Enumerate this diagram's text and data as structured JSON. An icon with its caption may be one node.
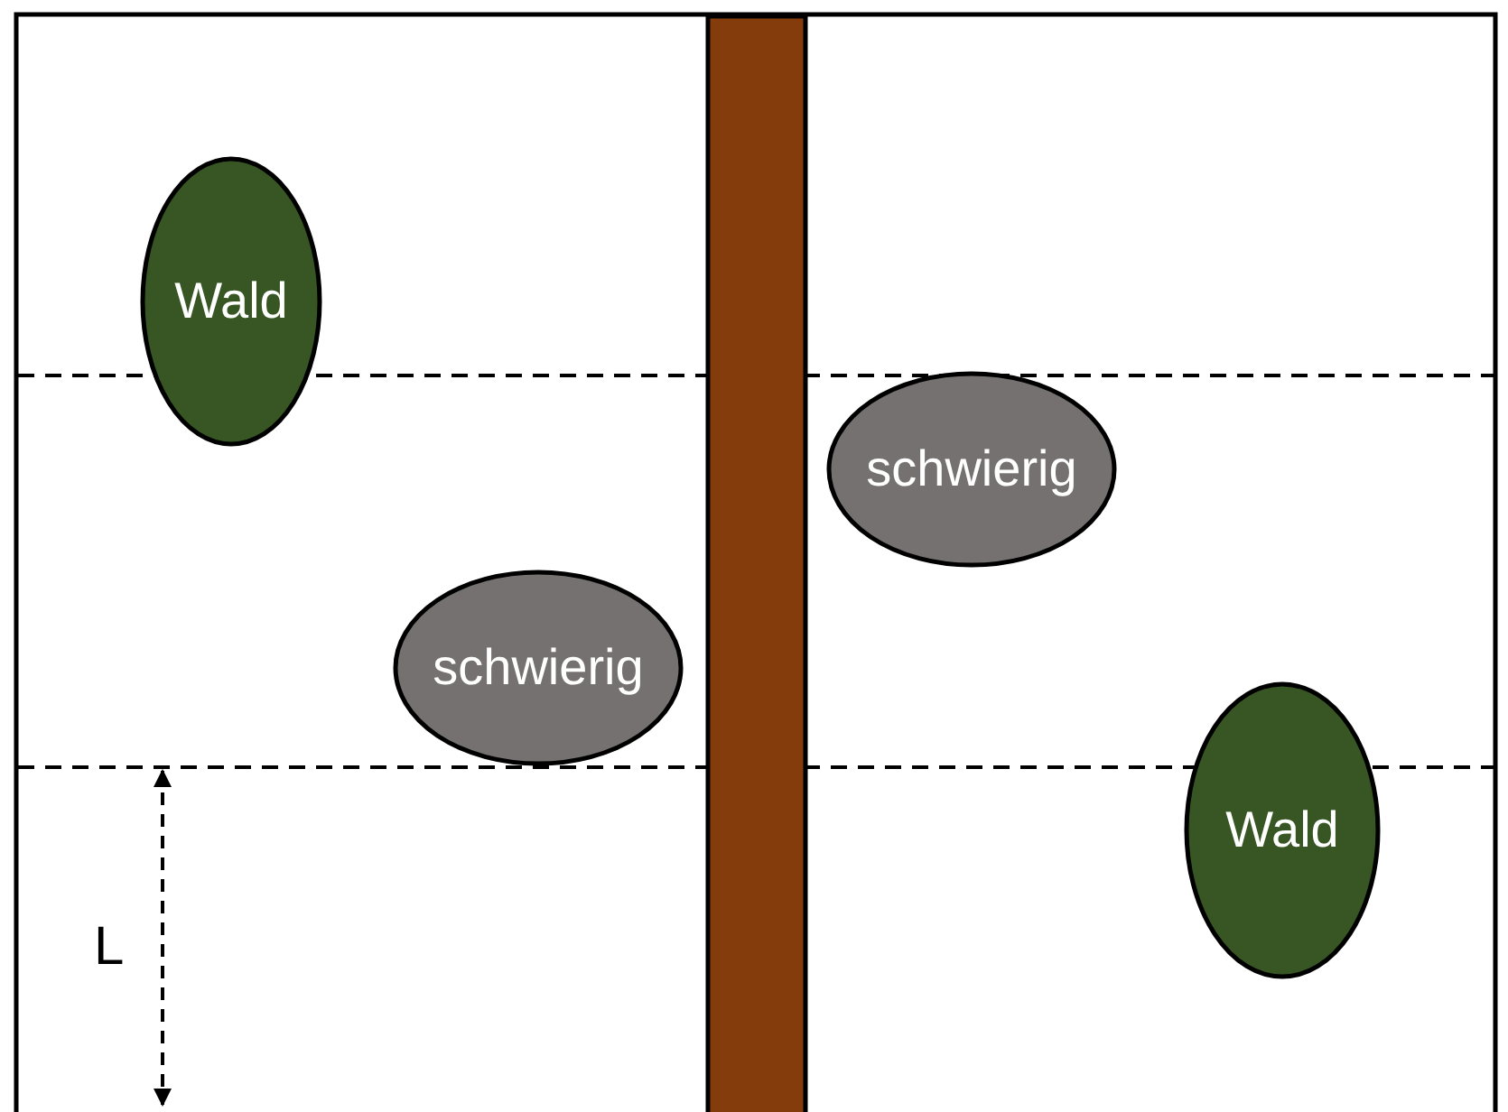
{
  "diagram": {
    "nodes": [
      {
        "text": [],
        "shape": "bar"
      },
      {
        "text": [
          "Wald"
        ]
      },
      {
        "text": [
          "schwierig"
        ]
      },
      {
        "text": [
          "schwierig"
        ]
      },
      {
        "text": [
          "Wald"
        ]
      }
    ],
    "labels": [
      "L"
    ]
  }
}
